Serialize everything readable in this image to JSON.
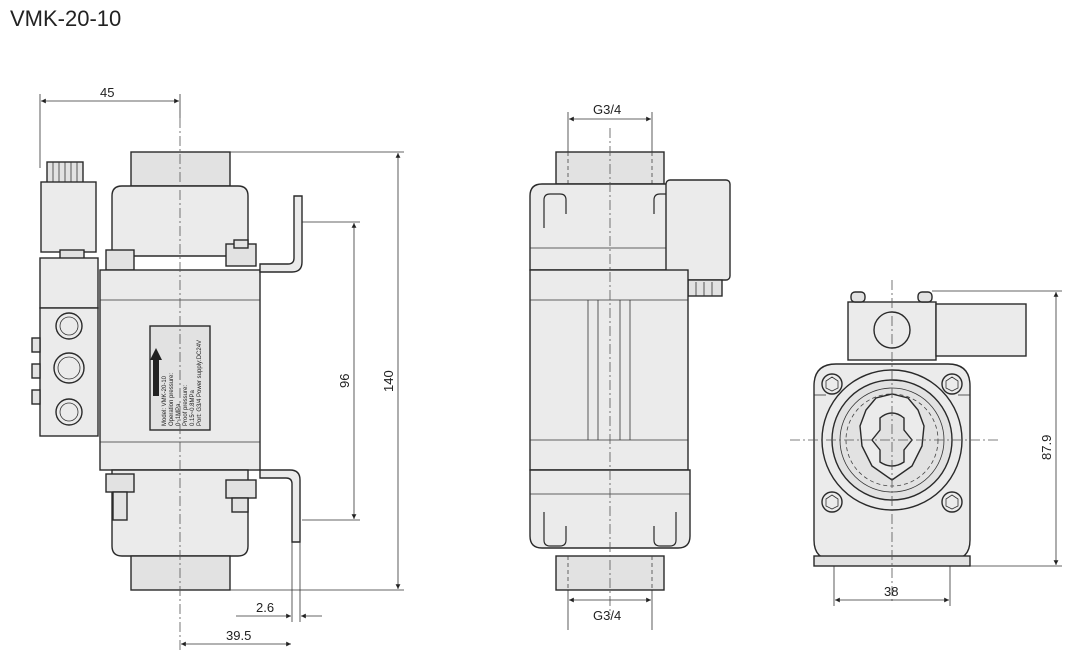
{
  "title": "VMK-20-10",
  "dimensions": {
    "width_45": "45",
    "height_140": "140",
    "height_96": "96",
    "offset_2_6": "2.6",
    "offset_39_5": "39.5",
    "port_top": "G3/4",
    "port_bottom": "G3/4",
    "height_87_9": "87.9",
    "width_38": "38"
  },
  "nameplate": {
    "lines": [
      "Model: VMK-20-10",
      "Operation pressure:",
      "0~1MPa",
      "Proof pressure:",
      "0.15~0.8MPa",
      "Port: G3/4  Power supply:DC24V"
    ]
  }
}
